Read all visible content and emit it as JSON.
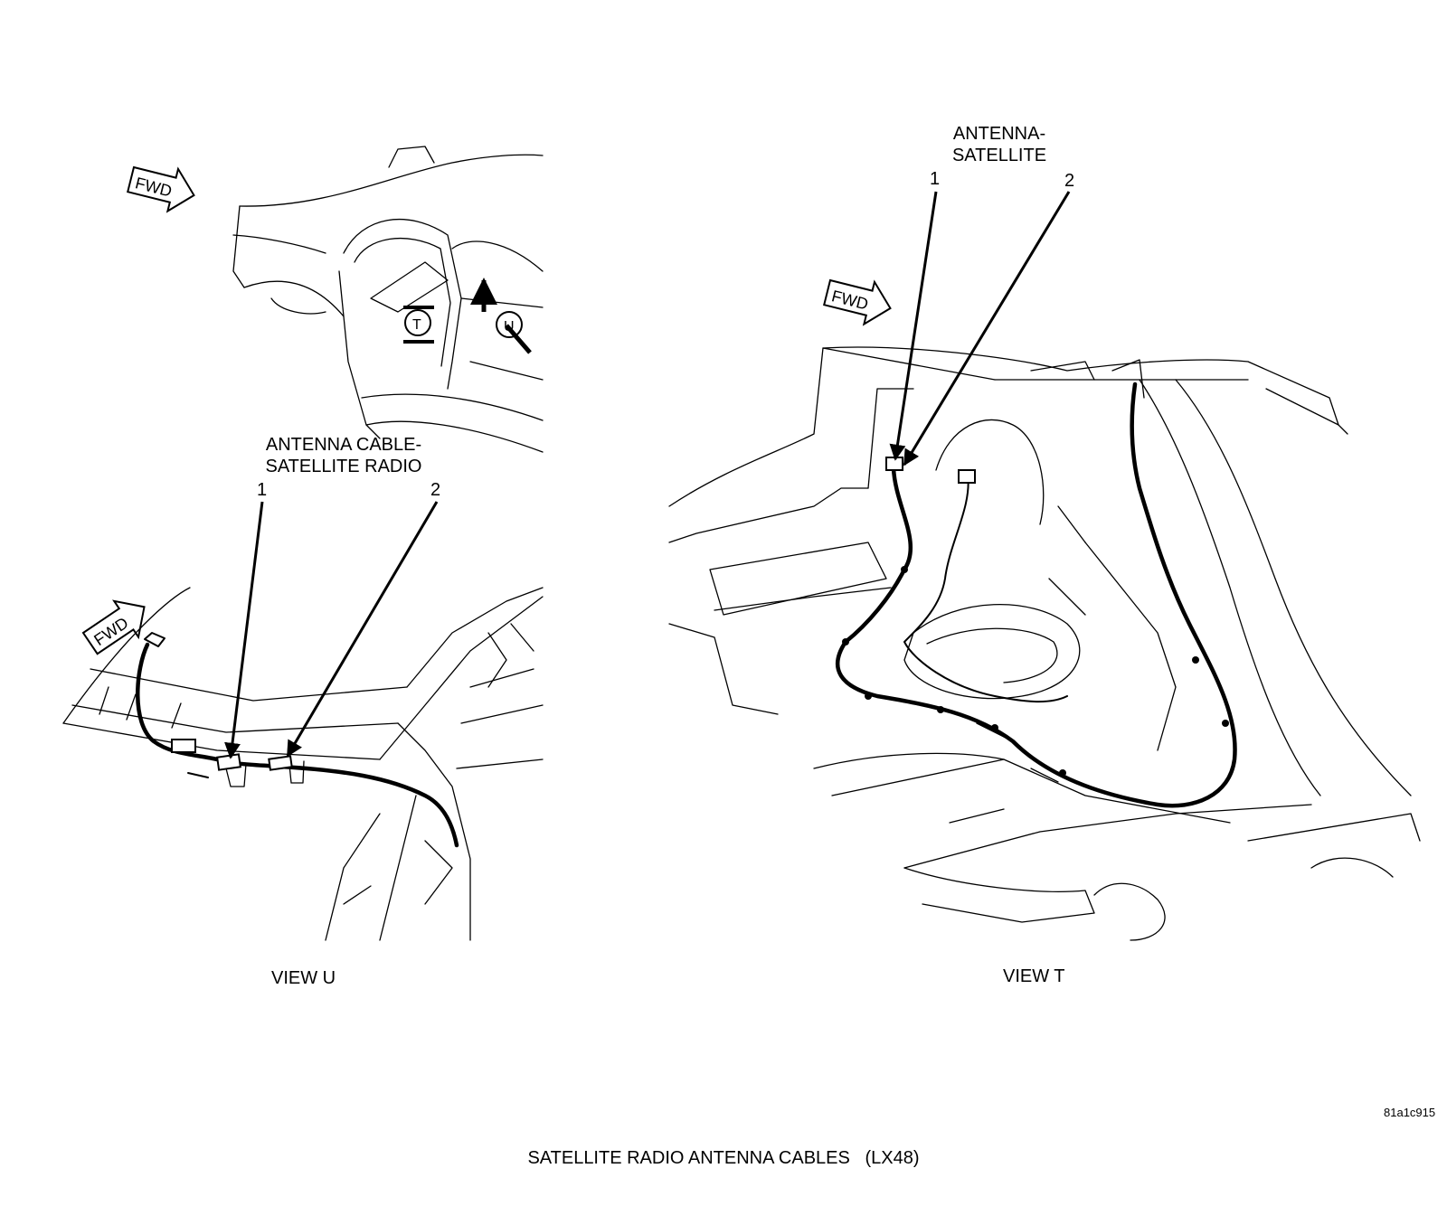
{
  "fwd_label": "FWD",
  "view_u": {
    "callout_title": [
      "ANTENNA CABLE-",
      "SATELLITE RADIO"
    ],
    "callout_numbers": [
      "1",
      "2"
    ],
    "locator_letters": [
      "T",
      "U"
    ],
    "caption": "VIEW U"
  },
  "view_t": {
    "callout_title": [
      "ANTENNA-",
      "SATELLITE"
    ],
    "callout_numbers": [
      "1",
      "2"
    ],
    "caption": "VIEW T"
  },
  "figure_id": "81a1c915",
  "figure_title": "SATELLITE RADIO ANTENNA CABLES   (LX48)"
}
